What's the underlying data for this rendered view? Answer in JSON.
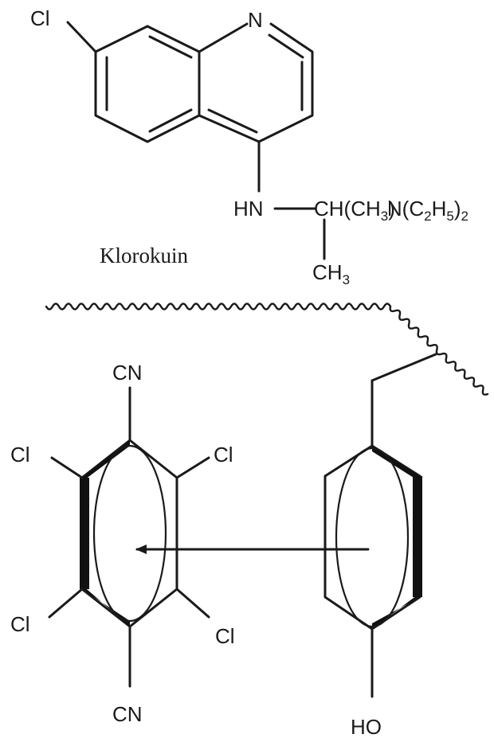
{
  "chloroquine": {
    "name": "Klorokuin",
    "cl_label": "Cl",
    "n_label": "N",
    "hn_label": "HN",
    "ch_label": "CH(CH",
    "sub3": "3",
    "n_mid": "N(C",
    "sub2a": "2",
    "h_label": "H",
    "sub5": "5",
    "close_paren": ")",
    "sub2b": "2",
    "ch3_label": "CH",
    "ch3_sub": "3",
    "close1": ")"
  },
  "acceptor": {
    "cn_top": "CN",
    "cn_bottom": "CN",
    "cl_top_left": "Cl",
    "cl_top_right": "Cl",
    "cl_bottom_left": "Cl",
    "cl_bottom_right": "Cl"
  },
  "donor": {
    "ho_label": "HO"
  },
  "colors": {
    "ink": "#1a1a1a",
    "background": "#ffffff"
  }
}
